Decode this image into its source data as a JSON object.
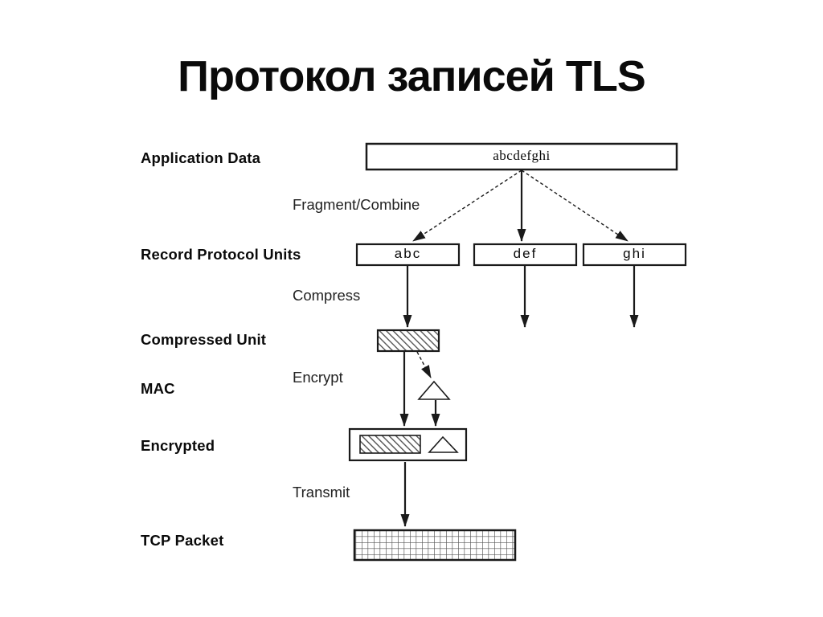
{
  "slide": {
    "title": "Протокол записей TLS",
    "background": "#ffffff"
  },
  "diagram": {
    "stage_labels": {
      "application_data": "Application Data",
      "record_protocol_units": "Record Protocol Units",
      "compressed_unit": "Compressed Unit",
      "mac": "MAC",
      "encrypted": "Encrypted",
      "tcp_packet": "TCP Packet"
    },
    "operation_labels": {
      "fragment_combine": "Fragment/Combine",
      "compress": "Compress",
      "encrypt": "Encrypt",
      "transmit": "Transmit"
    },
    "box_values": {
      "application_data": "abcdefghi",
      "record_units": [
        "abc",
        "def",
        "ghi"
      ]
    },
    "colors": {
      "line": "#1a1a1a",
      "hatch": "#555555",
      "grid": "#555555",
      "fill": "#ffffff"
    }
  }
}
